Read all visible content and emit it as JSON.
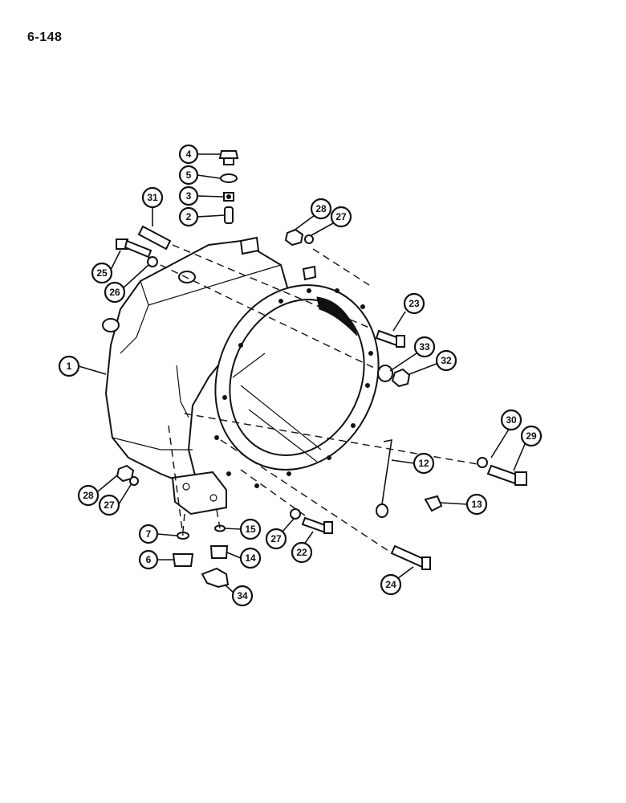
{
  "page": {
    "number": "6-148"
  },
  "callouts": [
    {
      "id": "c1",
      "label": "1"
    },
    {
      "id": "c2",
      "label": "2"
    },
    {
      "id": "c3",
      "label": "3"
    },
    {
      "id": "c4",
      "label": "4"
    },
    {
      "id": "c5",
      "label": "5"
    },
    {
      "id": "c6",
      "label": "6"
    },
    {
      "id": "c7",
      "label": "7"
    },
    {
      "id": "c12",
      "label": "12"
    },
    {
      "id": "c13",
      "label": "13"
    },
    {
      "id": "c14",
      "label": "14"
    },
    {
      "id": "c15",
      "label": "15"
    },
    {
      "id": "c22",
      "label": "22"
    },
    {
      "id": "c23",
      "label": "23"
    },
    {
      "id": "c24",
      "label": "24"
    },
    {
      "id": "c25",
      "label": "25"
    },
    {
      "id": "c26",
      "label": "26"
    },
    {
      "id": "c27a",
      "label": "27"
    },
    {
      "id": "c27b",
      "label": "27"
    },
    {
      "id": "c27c",
      "label": "27"
    },
    {
      "id": "c28a",
      "label": "28"
    },
    {
      "id": "c28b",
      "label": "28"
    },
    {
      "id": "c29",
      "label": "29"
    },
    {
      "id": "c30",
      "label": "30"
    },
    {
      "id": "c31",
      "label": "31"
    },
    {
      "id": "c32",
      "label": "32"
    },
    {
      "id": "c33",
      "label": "33"
    },
    {
      "id": "c34",
      "label": "34"
    }
  ]
}
